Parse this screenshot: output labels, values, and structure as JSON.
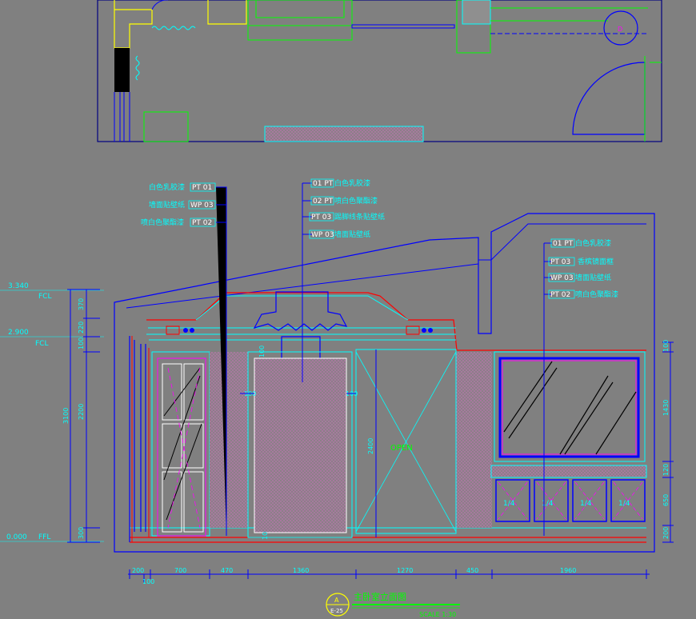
{
  "left_callouts": [
    {
      "text": "白色乳胶漆",
      "code": "PT 01"
    },
    {
      "text": "墙面贴壁纸",
      "code": "WP 03"
    },
    {
      "text": "喷白色聚酯漆",
      "code": "PT 02"
    }
  ],
  "center_callouts": [
    {
      "code": "01 PT",
      "text": "白色乳胶漆"
    },
    {
      "code": "02 PT",
      "text": "喷白色聚酯漆"
    },
    {
      "code": "PT 03",
      "text": "踢脚线条贴壁纸"
    },
    {
      "code": "WP 03",
      "text": "墙面贴壁纸"
    }
  ],
  "right_callouts": [
    {
      "code": "01 PT",
      "text": "白色乳胶漆"
    },
    {
      "code": "PT 03",
      "text": "香槟镜面框"
    },
    {
      "code": "WP 03",
      "text": "墙面贴壁纸"
    },
    {
      "code": "PT 02",
      "text": "喷白色聚酯漆"
    }
  ],
  "levels": [
    {
      "value": "3.340",
      "tag": "FCL"
    },
    {
      "value": "2.900",
      "tag": "FCL"
    },
    {
      "value": "0.000",
      "tag": "FFL"
    }
  ],
  "left_dims": {
    "outer": "3100",
    "segments": [
      "370",
      "220",
      "100",
      "2200",
      "300"
    ]
  },
  "right_dims": [
    "100",
    "1430",
    "120",
    "650",
    "200"
  ],
  "bottom_dims": [
    "200",
    "700",
    "470",
    "1360",
    "1270",
    "450",
    "1960"
  ],
  "bottom_sub_dim": "100",
  "inner_dims": {
    "left_100": "100",
    "center_100": "100",
    "small_100": "100",
    "small_10": "10",
    "height_2400": "2400"
  },
  "open_label": "OPEN",
  "drawer_labels": [
    "1/4",
    "1/4",
    "1/4",
    "1/4"
  ],
  "plan_marker": "D",
  "title_block": {
    "letter": "A",
    "sheet": "E-25",
    "title": "主卧室立面图",
    "scale": "SCALE 1:30"
  },
  "colors": {
    "background": "#808080",
    "blue": "#0000ff",
    "cyan": "#00ffff",
    "red": "#ff0000",
    "magenta": "#ff00ff",
    "green": "#00ff00",
    "yellow": "#ffff00",
    "hatch": "#b0809a"
  }
}
